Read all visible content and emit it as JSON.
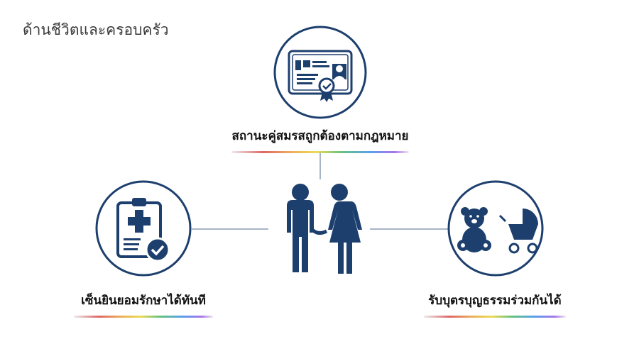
{
  "page": {
    "title": "ด้านชีวิตและครอบครัว"
  },
  "nodes": {
    "top": {
      "label": "สถานะคู่สมรสถูกต้องตามกฎหมาย",
      "icon": "marriage-certificate-icon"
    },
    "left": {
      "label": "เซ็นยินยอมรักษาได้ทันที",
      "icon": "medical-consent-clipboard-icon"
    },
    "right": {
      "label": "รับบุตรบุญธรรมร่วมกันได้",
      "icon": "teddy-bear-stroller-icon"
    },
    "center": {
      "icon": "couple-icon"
    }
  },
  "colors": {
    "primary": "#1d3f6e",
    "line": "#8a9bb5",
    "text": "#111111"
  }
}
